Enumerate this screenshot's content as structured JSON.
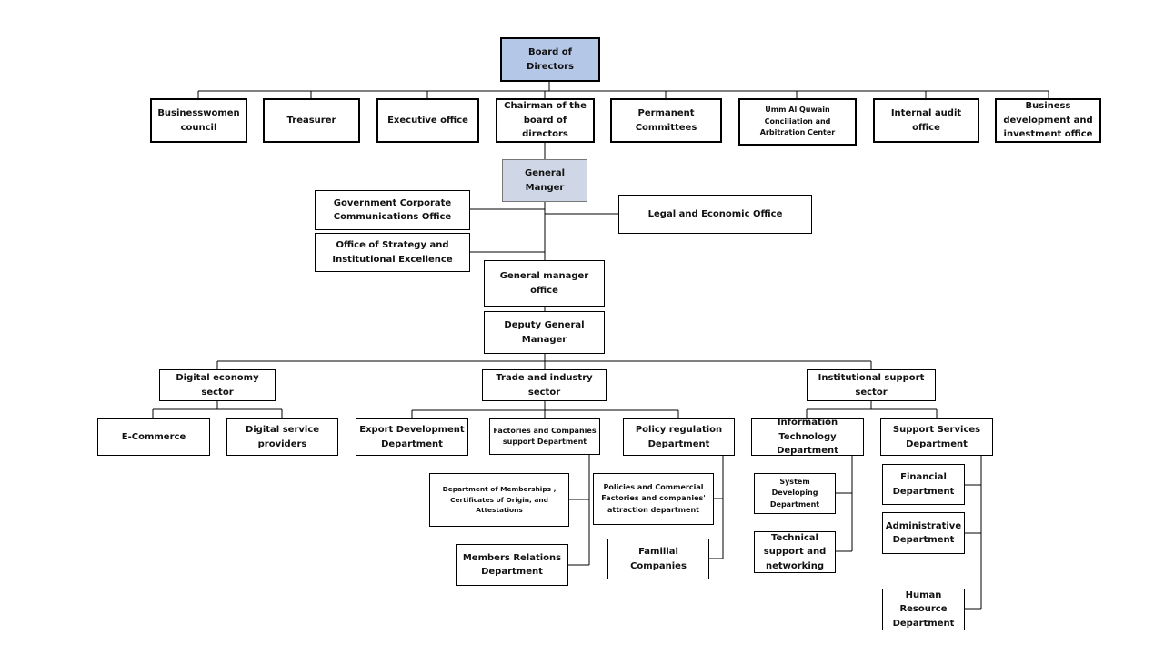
{
  "nodes": {
    "board": "Board of Directors",
    "businesswomen": "Businesswomen council",
    "treasurer": "Treasurer",
    "executive": "Executive office",
    "chairman": "Chairman of the board of directors",
    "permanent": "Permanent Committees",
    "ummalquwain": "Umm Al Quwain Conciliation and Arbitration Center",
    "internal_audit": "Internal audit office",
    "business_dev": "Business development and investment office",
    "general_manager": "General Manger",
    "gov_comm": "Government Corporate Communications Office",
    "legal": "Legal and Economic Office",
    "strategy": "Office of Strategy and Institutional Excellence",
    "gm_office": "General manager office",
    "deputy": "Deputy General Manager",
    "digital_sector": "Digital economy sector",
    "trade_sector": "Trade and industry sector",
    "support_sector": "Institutional support sector",
    "ecommerce": "E-Commerce",
    "digital_providers": "Digital service providers",
    "export": "Export Development Department",
    "factories_support": "Factories and Companies support Department",
    "policy": "Policy regulation Department",
    "it": "Information Technology Department",
    "support_services": "Support Services Department",
    "memberships": "Department of Memberships , Certificates of Origin, and Attestations",
    "members_relations": "Members Relations Department",
    "policies_commercial": "Policies and Commercial Factories and companies' attraction department",
    "familial": "Familial Companies",
    "system_dev": "System Developing Department",
    "tech_support": "Technical support and networking",
    "financial": "Financial Department",
    "administrative": "Administrative Department",
    "hr": "Human Resource Department"
  }
}
